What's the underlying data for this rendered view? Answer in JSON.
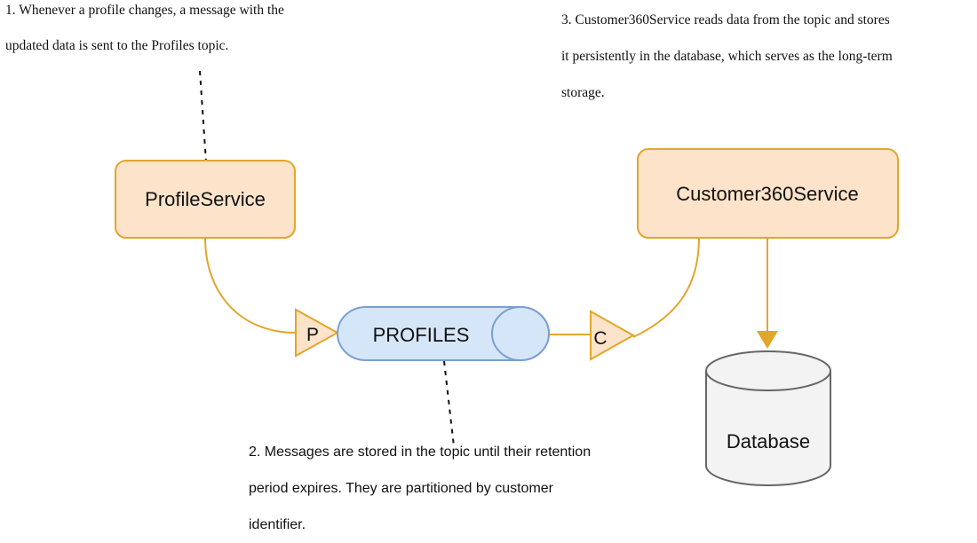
{
  "notes": {
    "note1": {
      "line1": "1. Whenever a profile changes, a message with the",
      "line2": "updated data is sent to the Profiles topic."
    },
    "note2": {
      "line1": "2. Messages are stored in the topic until their retention",
      "line2": "period expires. They are partitioned by customer",
      "line3": "identifier."
    },
    "note3": {
      "line1": "3. Customer360Service reads data from the topic and stores",
      "line2": "it persistently in the database, which serves as the long-term",
      "line3": "storage."
    }
  },
  "nodes": {
    "profile_service": "ProfileService",
    "customer360_service": "Customer360Service",
    "topic": "PROFILES",
    "database": "Database",
    "producer_marker": "P",
    "consumer_marker": "C"
  },
  "colors": {
    "service_fill": "#fde3c9",
    "service_stroke": "#e2a62b",
    "topic_fill": "#d6e6f9",
    "topic_stroke": "#7b9fd0",
    "marker_fill": "#fde3c9",
    "marker_stroke": "#e2a62b",
    "db_fill": "#f3f3f3",
    "db_stroke": "#666666",
    "connector": "#e2a62b"
  }
}
